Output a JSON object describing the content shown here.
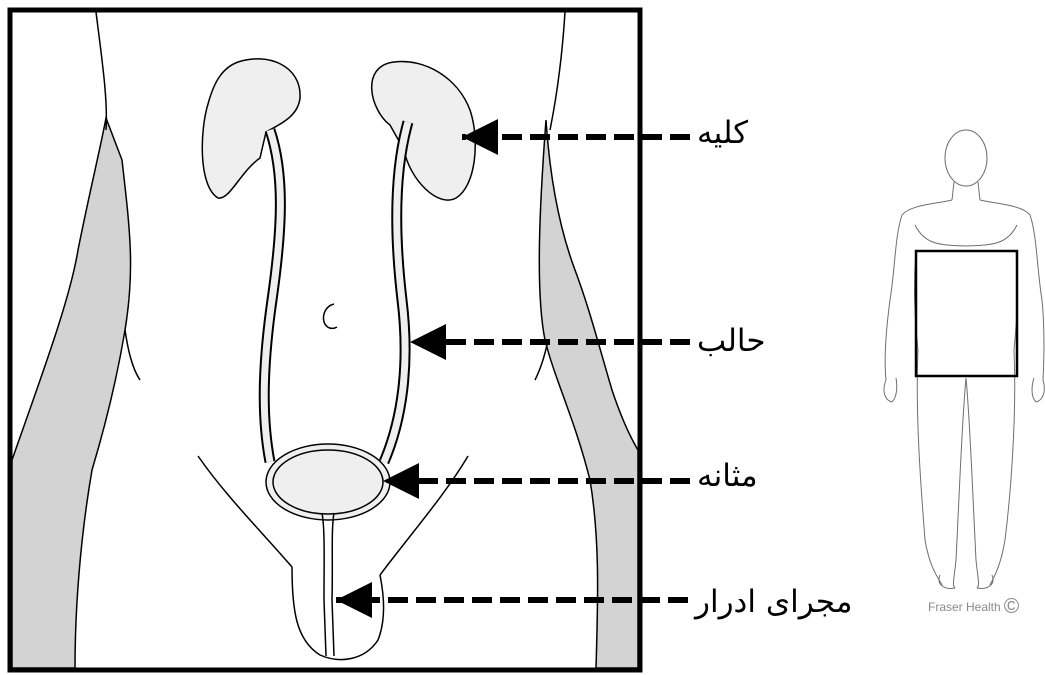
{
  "labels": {
    "kidney": "كليه",
    "ureter": "حالب",
    "bladder": "مثانه",
    "urethra": "مجرای ادرار"
  },
  "credit": {
    "text": "Fraser Health",
    "symbol": "©"
  },
  "colors": {
    "outline": "#000000",
    "organ_fill": "#efefef",
    "side_band": "#d3d3d3",
    "figure_line": "#6f6f6f",
    "credit_text": "#8a8a8a"
  }
}
